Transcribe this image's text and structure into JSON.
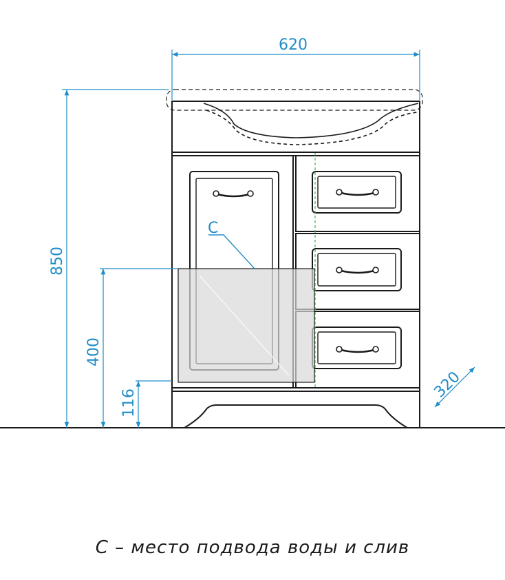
{
  "dimensions": {
    "width": "620",
    "height": "850",
    "connection_height": "400",
    "plinth_height": "116",
    "depth": "320"
  },
  "marker": "C",
  "legend": "C – место подвода воды и слив",
  "colors": {
    "dimension_line": "#1f8dc8",
    "outline": "#1a1a1a",
    "zone_fill": "#d9d9d9",
    "axis_line": "#3cb043"
  }
}
